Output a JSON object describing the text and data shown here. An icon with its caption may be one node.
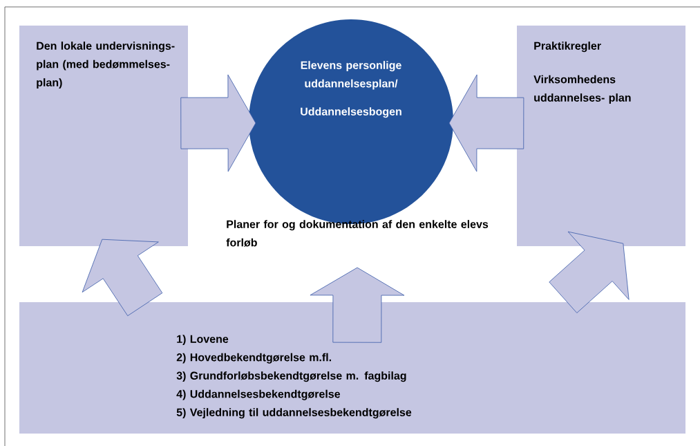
{
  "diagram": {
    "nodes": [
      {
        "text": [
          "Den lokale undervisnings- plan (med bedømmelses- plan)"
        ]
      },
      {
        "text": [
          "Elevens personlige uddannelsesplan/",
          "Uddannelsesbogen"
        ]
      },
      {
        "text": [
          "Praktikregler",
          "Virksomhedens uddannelses- plan"
        ]
      },
      {
        "text": [
          "1) Lovene",
          "2) Hovedbekendtgørelse m.fl.",
          "3) Grundforløbsbekendtgørelse m. fagbilag",
          "4) Uddannelsesbekendtgørelse",
          "5) Vejledning til uddannelsesbekendtgørelse"
        ]
      }
    ],
    "edges": [
      {
        "from": 0,
        "to": 1,
        "arrow": "to"
      },
      {
        "from": 2,
        "to": 1,
        "arrow": "to"
      },
      {
        "from": 3,
        "to": 0,
        "arrow": "to"
      },
      {
        "from": 3,
        "to": 1,
        "arrow": "to"
      },
      {
        "from": 3,
        "to": 2,
        "arrow": "to"
      }
    ],
    "labels": [
      "Planer for og dokumentation af den enkelte elevs forløb"
    ]
  }
}
